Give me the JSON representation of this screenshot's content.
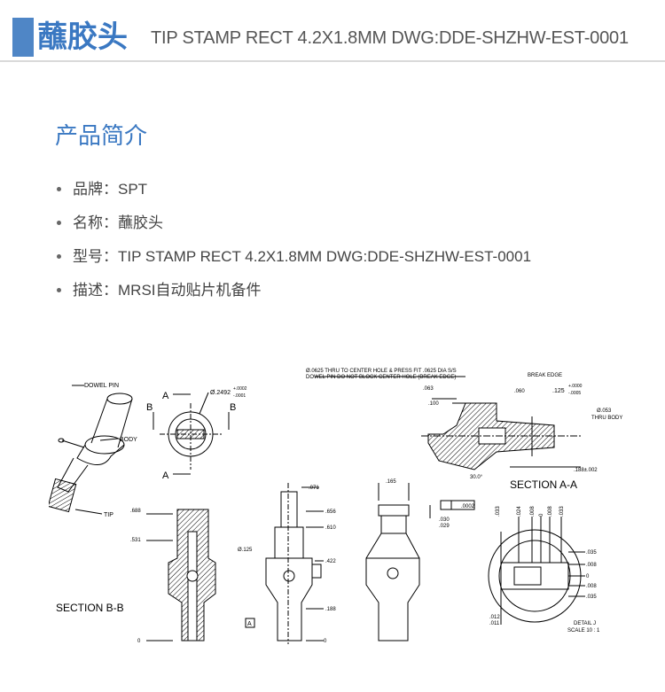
{
  "header": {
    "title_cn": "蘸胶头",
    "title_en": "TIP STAMP RECT 4.2X1.8MM DWG:DDE-SHZHW-EST-0001"
  },
  "intro": {
    "heading": "产品简介",
    "items": [
      "品牌：SPT",
      "名称：蘸胶头",
      "型号：TIP STAMP RECT 4.2X1.8MM DWG:DDE-SHZHW-EST-0001",
      "描述：MRSI自动贴片机备件"
    ]
  },
  "drawing": {
    "labels": {
      "dowel_pin": "DOWEL PIN",
      "body": "BODY",
      "tip": "TIP",
      "note": "Ø.0625 THRU TO CENTER HOLE & PRESS FIT .0625 DIA S/S",
      "note2": "DOWEL PIN DO NOT BLOCK CENTER HOLE (BREAK EDGE)",
      "break_edge": "BREAK EDGE",
      "section_aa": "SECTION A-A",
      "section_bb": "SECTION B-B",
      "detail_j": "DETAIL J",
      "scale": "SCALE 10 : 1",
      "thru_body": "THRU BODY",
      "a": "A",
      "b": "B"
    },
    "dims": {
      "d2492": "Ø.2492",
      "tol_p0002": "+.0002",
      "tol_m0001": "-.0001",
      "d063": ".063",
      "d060": ".060",
      "d100": ".100",
      "d125": ".125",
      "tol_p0000": "+.0000",
      "tol_m0005": "-.0005",
      "d053": "Ø.053",
      "d188": ".188±.002",
      "ang": "30.0°",
      "d688": ".688",
      "d531": ".531",
      "d071": ".071",
      "d656": ".656",
      "d610": ".610",
      "dphi125": "Ø.125",
      "d422": ".422",
      "d188b": ".188",
      "zero": "0",
      "d165": ".165",
      "flat": ".0002",
      "d030": ".030",
      "d029": ".029",
      "d035": ".035",
      "d008": ".008",
      "d012": ".012",
      "d011": ".011",
      "d033": ".033",
      "d024": ".024"
    }
  }
}
